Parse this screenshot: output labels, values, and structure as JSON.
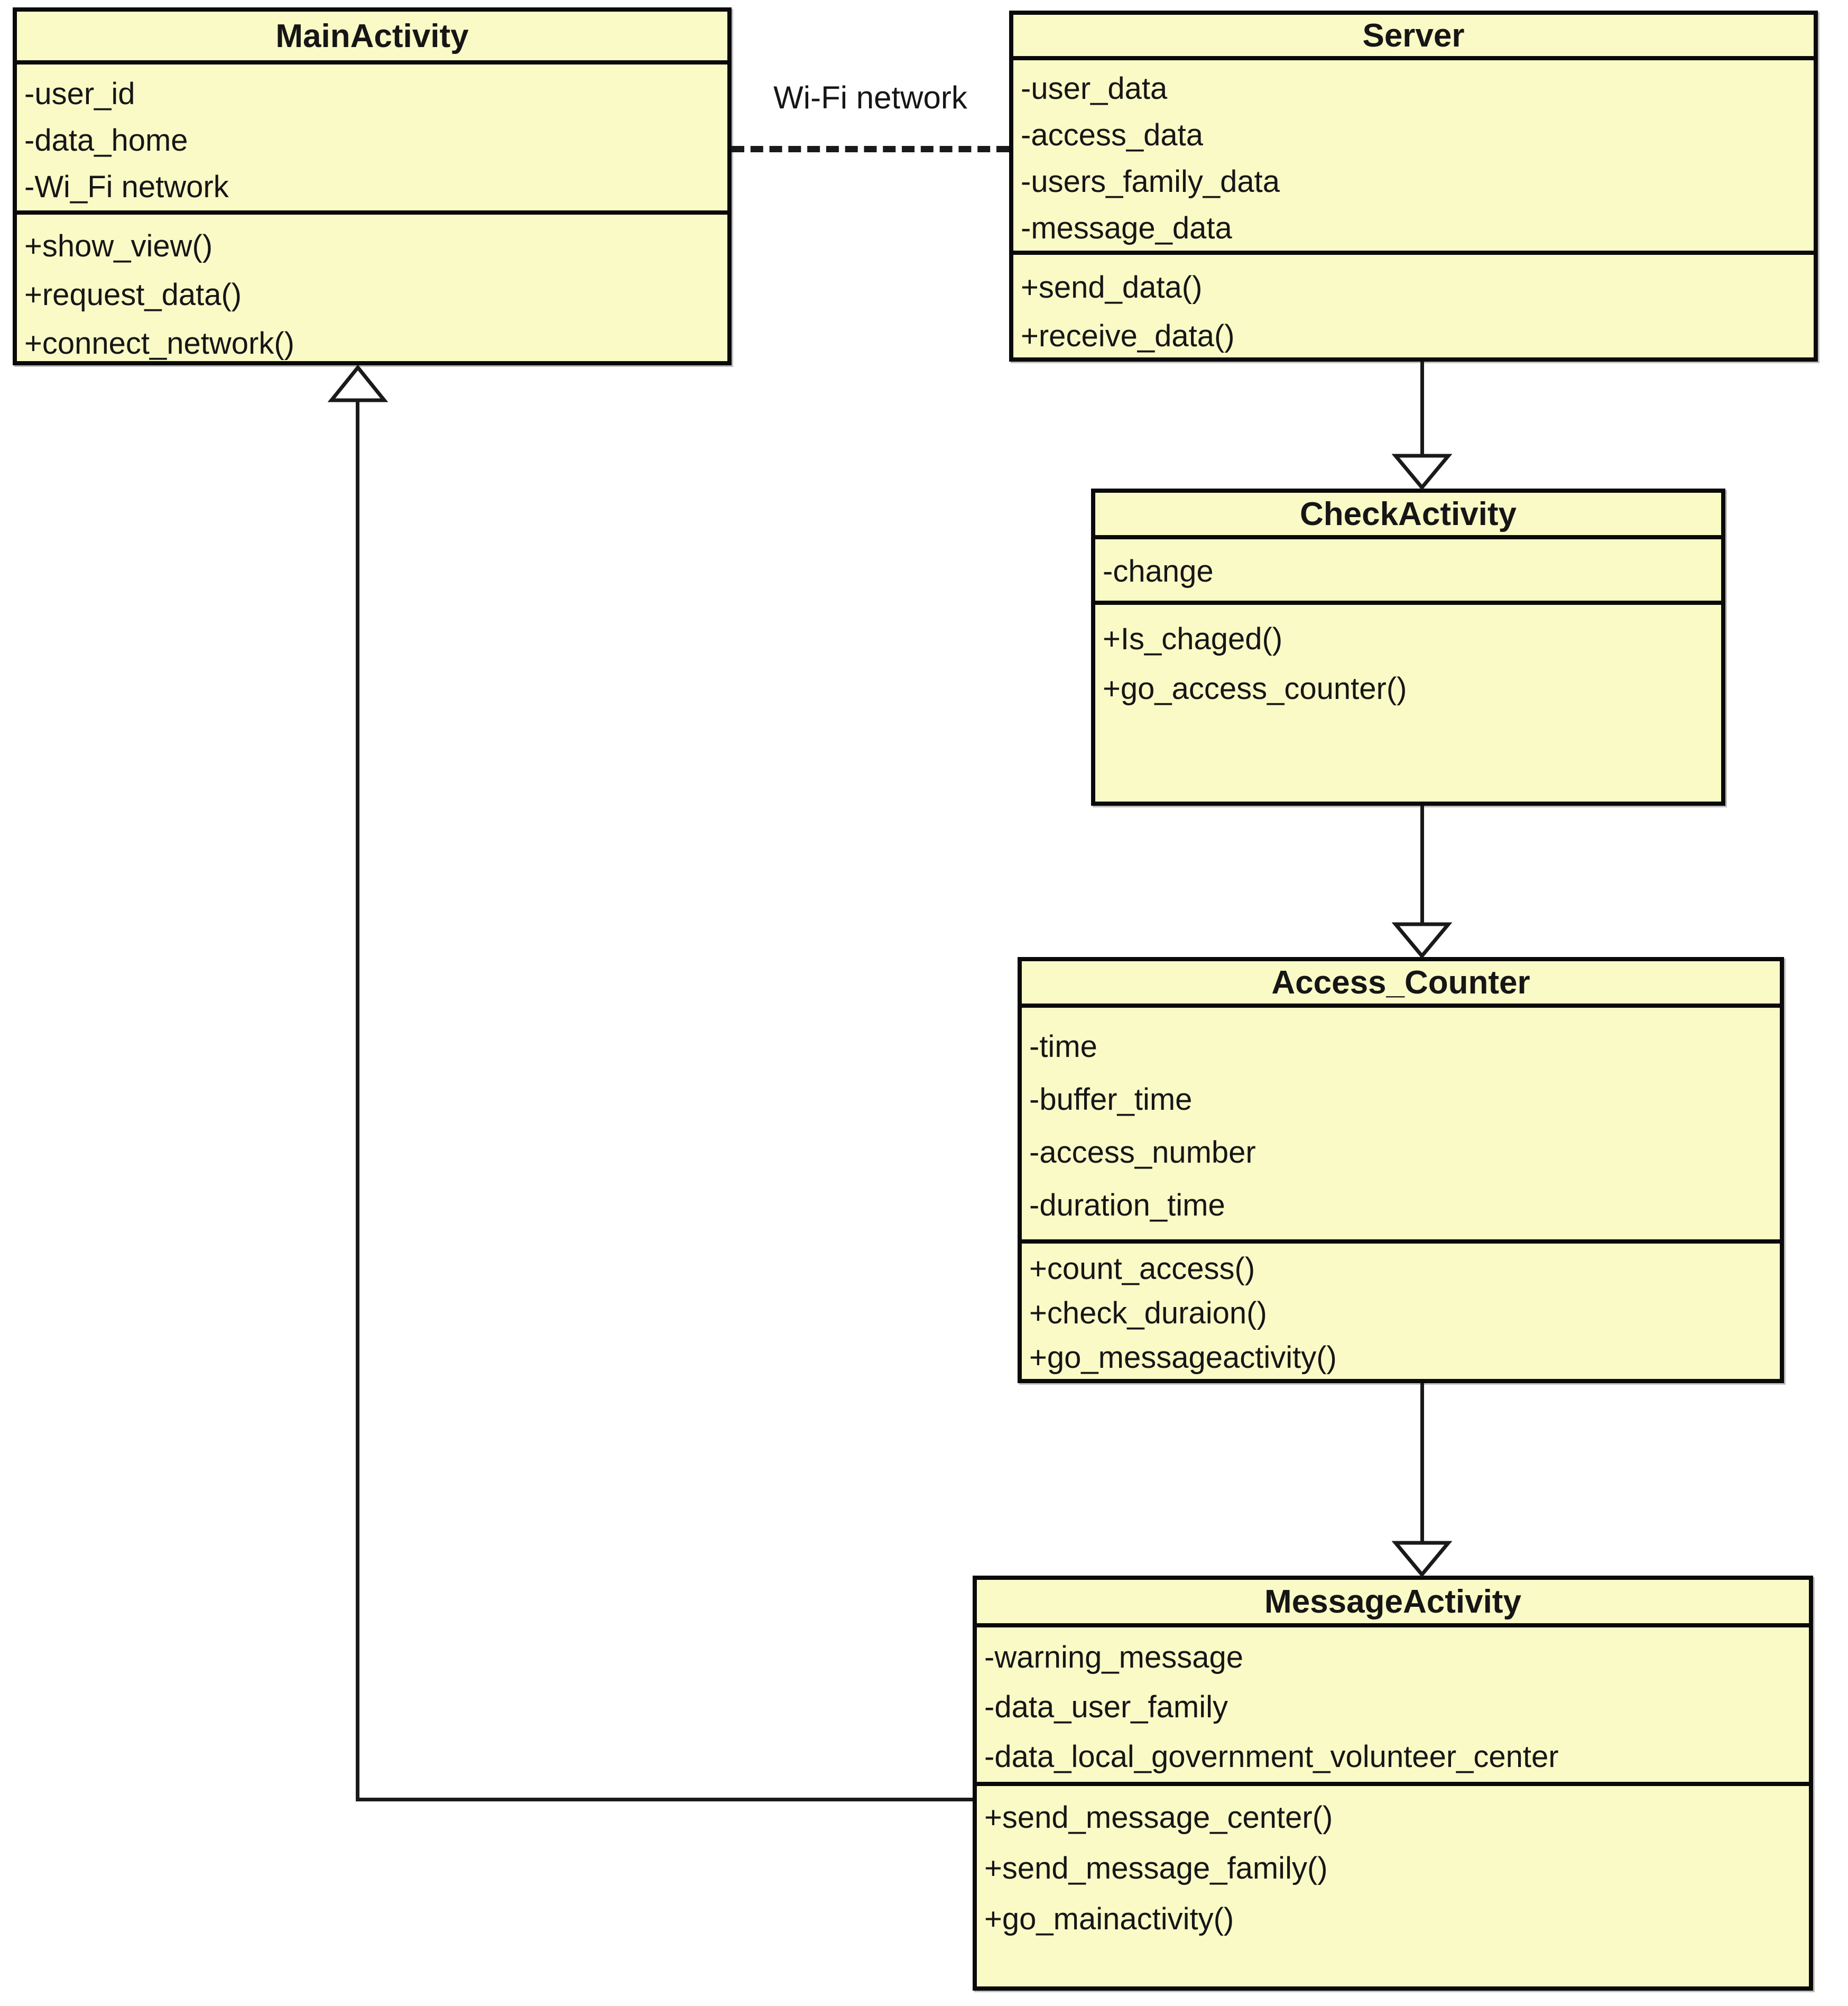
{
  "colors": {
    "box_fill": "#fafac6",
    "box_border": "#0a0a0a",
    "line_color": "#1a1a1a",
    "background": "#ffffff"
  },
  "classes": [
    {
      "name": "MainActivity",
      "attributes": [
        "-user_id",
        "-data_home",
        "-Wi_Fi network"
      ],
      "methods": [
        "+show_view()",
        "+request_data()",
        "+connect_network()"
      ]
    },
    {
      "name": "Server",
      "attributes": [
        "-user_data",
        "-access_data",
        "-users_family_data",
        "-message_data"
      ],
      "methods": [
        "+send_data()",
        "+receive_data()"
      ]
    },
    {
      "name": "CheckActivity",
      "attributes": [
        "-change"
      ],
      "methods": [
        "+Is_chaged()",
        "+go_access_counter()"
      ]
    },
    {
      "name": "Access_Counter",
      "attributes": [
        "-time",
        "-buffer_time",
        "-access_number",
        "-duration_time"
      ],
      "methods": [
        "+count_access()",
        "+check_duraion()",
        "+go_messageactivity()"
      ]
    },
    {
      "name": "MessageActivity",
      "attributes": [
        "-warning_message",
        "-data_user_family",
        "-data_local_government_volunteer_center"
      ],
      "methods": [
        "+send_message_center()",
        "+send_message_family()",
        "+go_mainactivity()"
      ]
    }
  ],
  "relations": {
    "wifi": {
      "type": "dashed-association",
      "from": "MainActivity",
      "to": "Server",
      "label": "Wi-Fi network"
    },
    "server_to_check": {
      "type": "generalization-arrow",
      "from": "Server",
      "to": "CheckActivity"
    },
    "check_to_access": {
      "type": "generalization-arrow",
      "from": "CheckActivity",
      "to": "Access_Counter"
    },
    "access_to_message": {
      "type": "generalization-arrow",
      "from": "Access_Counter",
      "to": "MessageActivity"
    },
    "message_to_main": {
      "type": "generalization-arrow",
      "from": "MessageActivity",
      "to": "MainActivity"
    }
  }
}
